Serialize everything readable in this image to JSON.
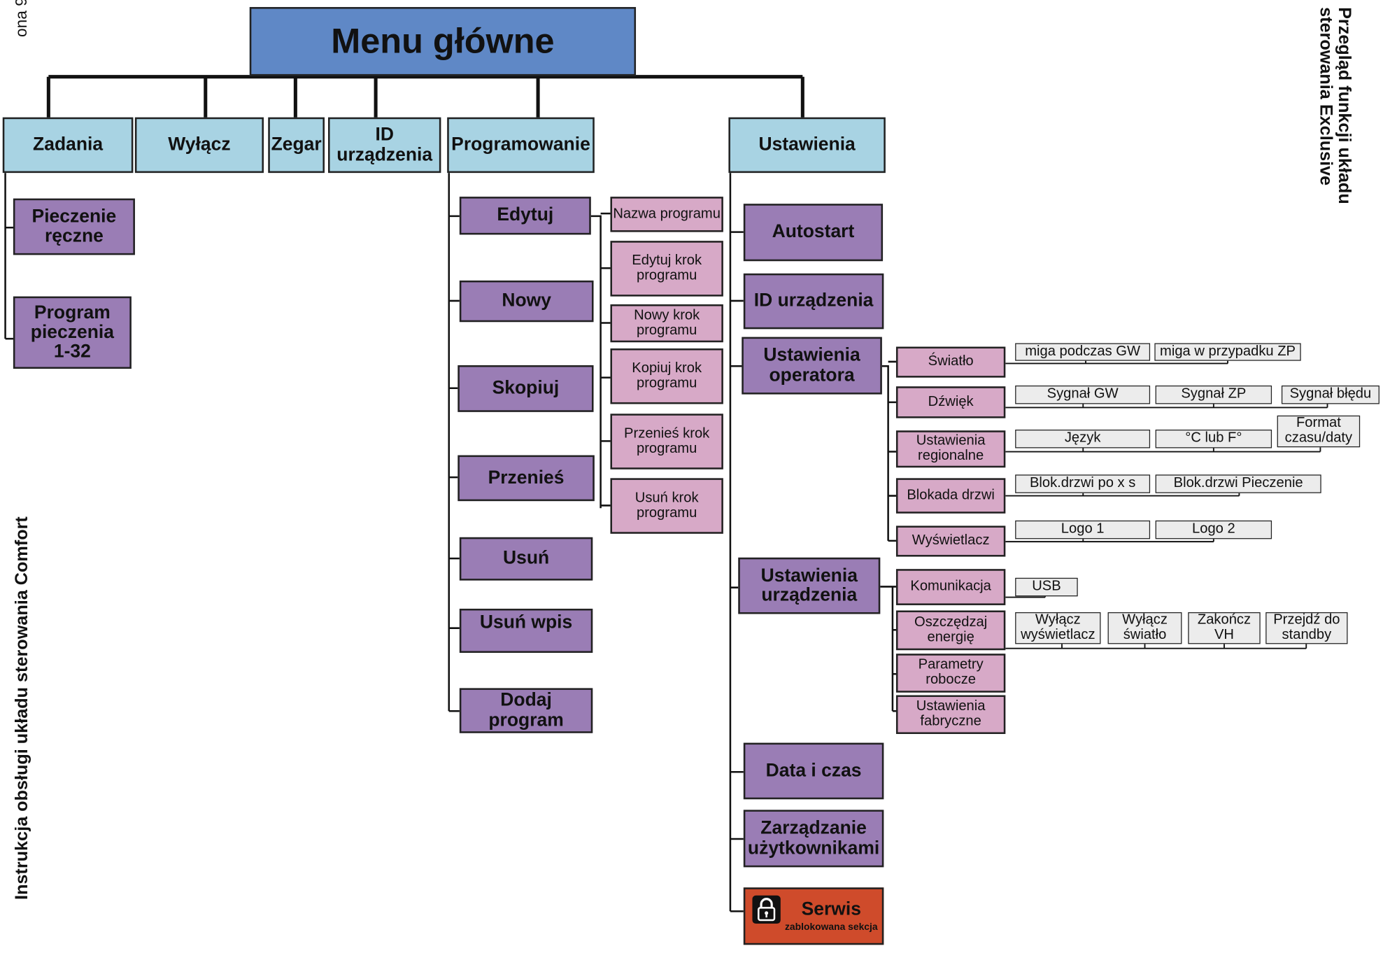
{
  "title": "Menu główne",
  "side": {
    "right_title": "Przegląd funkcji układu sterowania Exclusive",
    "left_title": "Instrukcja obsługi układu sterowania Comfort",
    "left_edge": "ona 9"
  },
  "categories": [
    "Zadania",
    "Wyłącz",
    "Zegar",
    "ID urządzenia",
    "Programowanie",
    "Ustawienia"
  ],
  "zadania_items": [
    "Pieczenie ręczne",
    "Program pieczenia 1-32"
  ],
  "programowanie_items": [
    "Edytuj",
    "Nowy",
    "Skopiuj",
    "Przenieś",
    "Usuń",
    "Usuń wpis",
    "Dodaj program"
  ],
  "edytuj_items": [
    "Nazwa programu",
    "Edytuj krok programu",
    "Nowy krok programu",
    "Kopiuj krok programu",
    "Przenieś krok programu",
    "Usuń krok programu"
  ],
  "ustawienia_items": [
    "Autostart",
    "ID urządzenia",
    "Ustawienia operatora",
    "Ustawienia urządzenia",
    "Data i czas",
    "Zarządzanie użytkownikami"
  ],
  "serwis": {
    "label": "Serwis",
    "note": "zablokowana sekcja"
  },
  "operator_items": [
    "Światło",
    "Dźwięk",
    "Ustawienia regionalne",
    "Blokada drzwi",
    "Wyświetlacz"
  ],
  "operator_options": {
    "swiatlo": [
      "miga podczas GW",
      "miga w przypadku ZP"
    ],
    "dzwiek": [
      "Sygnał GW",
      "Sygnał ZP",
      "Sygnał błędu"
    ],
    "regionalne": [
      "Język",
      "°C lub F°",
      "Format czasu/daty"
    ],
    "blokada": [
      "Blok.drzwi po x s",
      "Blok.drzwi Pieczenie"
    ],
    "wyswietlacz": [
      "Logo 1",
      "Logo 2"
    ]
  },
  "device_items": [
    "Komunikacja",
    "Oszczędzaj energię",
    "Parametry robocze",
    "Ustawienia fabryczne"
  ],
  "device_options": {
    "komunikacja": [
      "USB"
    ],
    "energia": [
      "Wyłącz wyświetlacz",
      "Wyłącz światło",
      "Zakończ VH",
      "Przejdź do standby"
    ]
  },
  "colors": {
    "title": "#5f88c6",
    "category": "#a8d3e3",
    "command": "#9a7db5",
    "subcommand": "#d7a9c7",
    "option": "#ececec",
    "locked": "#cf4b2b"
  }
}
